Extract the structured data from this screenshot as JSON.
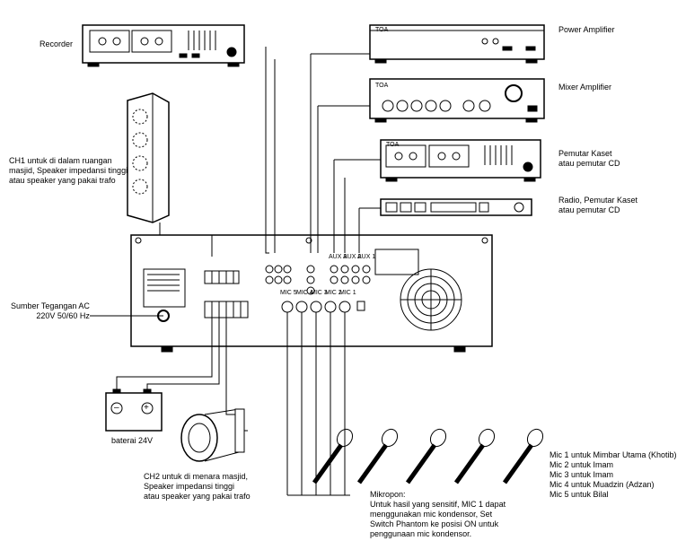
{
  "devices": {
    "recorder": "Recorder",
    "power_amp": "Power Amplifier",
    "mixer_amp": "Mixer Amplifier",
    "cassette": "Pemutar Kaset\natau pemutar CD",
    "radio": "Radio, Pemutar Kaset\natau pemutar CD"
  },
  "notes": {
    "ch1": "CH1  untuk di dalam ruangan\nmasjid, Speaker impedansi tinggi\natau speaker yang pakai trafo",
    "power": "Sumber Tegangan AC\n220V 50/60 Hz",
    "battery": "baterai 24V",
    "ch2": "CH2  untuk di menara masjid,\nSpeaker impedansi tinggi\natau speaker yang pakai trafo",
    "mic_note": "Mikropon:\nUntuk hasil yang sensitif, MIC 1 dapat\nmenggunakan mic kondensor, Set\nSwitch Phantom ke posisi ON untuk\npenggunaan mic kondensor.",
    "mic_list": "Mic 1 untuk Mimbar Utama (Khotib)\nMic 2 untuk Imam\nMic 3 untuk Imam\nMic 4 untuk Muadzin (Adzan)\nMic 5 untuk Bilal"
  },
  "panel": {
    "battery_minus": "–",
    "battery_plus": "+",
    "mic_labels": [
      "MIC 5",
      "MIC 4",
      "MIC 3",
      "MIC 2",
      "MIC 1"
    ],
    "aux_labels": [
      "AUX 3",
      "AUX 2",
      "AUX 1"
    ],
    "brand": "TOA"
  }
}
